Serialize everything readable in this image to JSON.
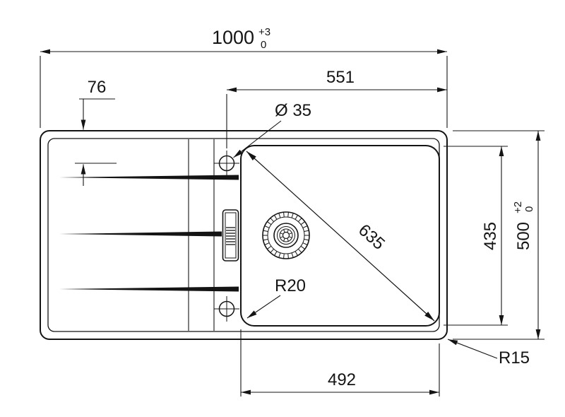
{
  "drawing": {
    "type": "technical-drawing",
    "subject": "kitchen sink top view with dimensions",
    "line_color": "#141414",
    "labels": {
      "overall_width": "1000",
      "overall_width_tol_plus": "+3",
      "overall_width_tol_minus": "0",
      "tap_centerline_to_right_edge": "551",
      "tap_hole_offset": "76",
      "tap_hole_diameter": "Ø 35",
      "bowl_diagonal": "635",
      "bowl_depth": "435",
      "overall_depth": "500",
      "overall_depth_tol_plus": "+2",
      "overall_depth_tol_minus": "0",
      "bowl_corner_radius": "R20",
      "rim_corner_radius": "R15",
      "bowl_width": "492"
    }
  }
}
